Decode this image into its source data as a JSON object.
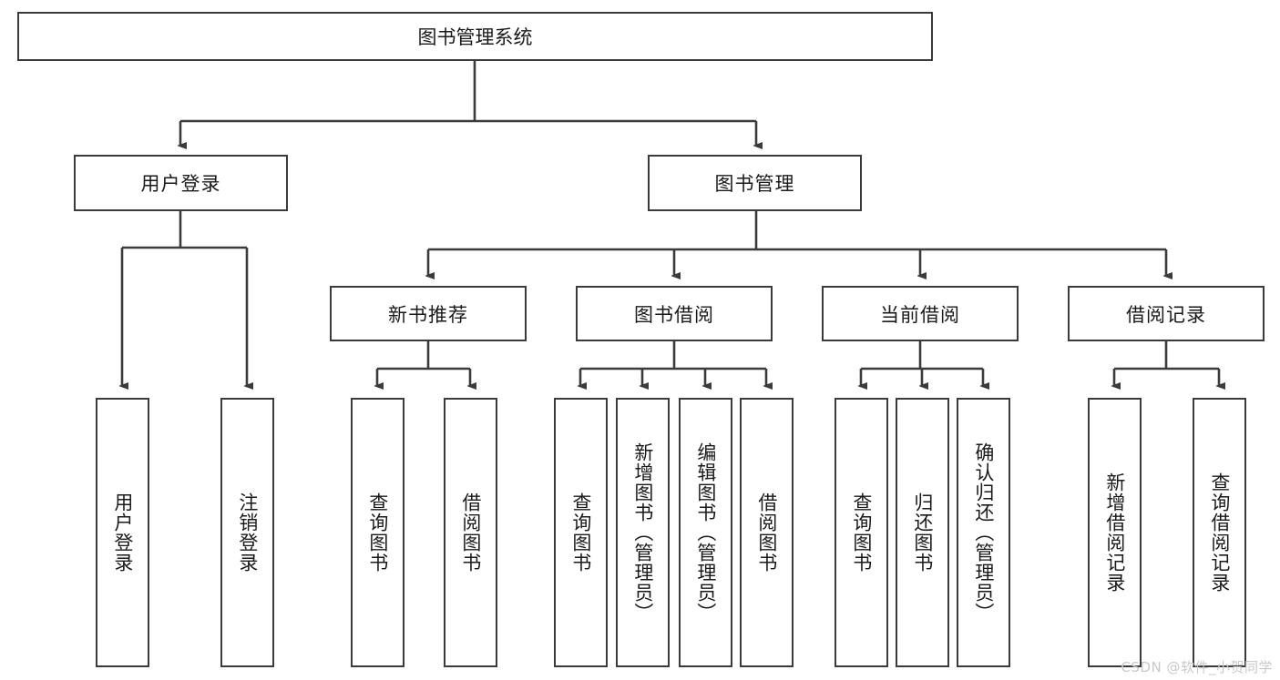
{
  "diagram": {
    "title": "图书管理系统",
    "type": "tree",
    "root": {
      "label": "图书管理系统"
    },
    "level2": [
      {
        "label": "用户登录"
      },
      {
        "label": "图书管理"
      }
    ],
    "level3": [
      {
        "label": "新书推荐"
      },
      {
        "label": "图书借阅"
      },
      {
        "label": "当前借阅"
      },
      {
        "label": "借阅记录"
      }
    ],
    "leaves": {
      "user_login": [
        {
          "label": "用户登录"
        },
        {
          "label": "注销登录"
        }
      ],
      "new_book_recommend": [
        {
          "label": "查询图书"
        },
        {
          "label": "借阅图书"
        }
      ],
      "book_borrow": [
        {
          "label": "查询图书"
        },
        {
          "label": "新增图书（管理员）"
        },
        {
          "label": "编辑图书（管理员）"
        },
        {
          "label": "借阅图书"
        }
      ],
      "current_borrow": [
        {
          "label": "查询图书"
        },
        {
          "label": "归还图书"
        },
        {
          "label": "确认归还（管理员）"
        }
      ],
      "borrow_record": [
        {
          "label": "新增借阅记录"
        },
        {
          "label": "查询借阅记录"
        }
      ]
    }
  },
  "watermark": {
    "text": "CSDN @软件_小贺同学"
  },
  "colors": {
    "stroke": "#3b3b3b",
    "text": "#1a1a1a",
    "background": "#ffffff",
    "watermark": "#c9c9c9"
  }
}
